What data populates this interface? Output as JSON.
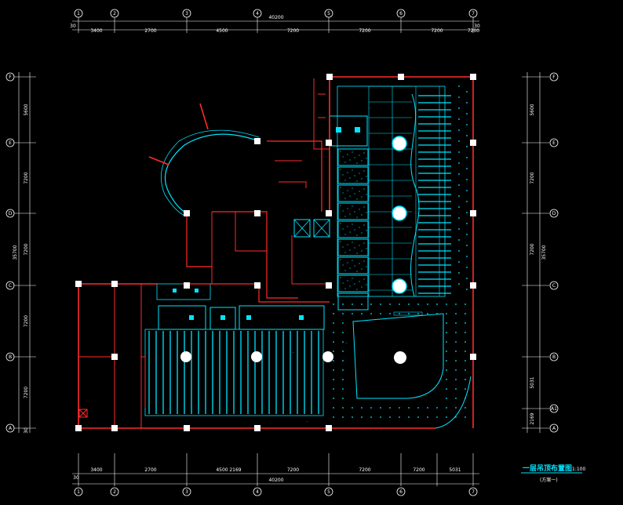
{
  "drawing": {
    "title": "一层吊顶布置图",
    "scale": "1:100",
    "subtitle": "(方案一)"
  },
  "top_dims": [
    "3400",
    "2700",
    "4500",
    "7200",
    "7200",
    "7200",
    "7200"
  ],
  "top_total": "40200",
  "top_end_label": "30",
  "top_bubbles": [
    "1",
    "2",
    "3",
    "4",
    "5",
    "6",
    "7"
  ],
  "bottom_dims": [
    "3400",
    "2700",
    "4500",
    "7200",
    "7200",
    "7200",
    "5031",
    "2169"
  ],
  "bottom_total": "40200",
  "bottom_end_label": "30",
  "bottom_bubbles": [
    "1",
    "2",
    "3",
    "4",
    "5",
    "6",
    "7"
  ],
  "left_dims": [
    "5600",
    "7200",
    "7200",
    "7200",
    "7200"
  ],
  "left_total": "35700",
  "left_end_label": "30",
  "left_bubbles": [
    "F",
    "E",
    "D",
    "C",
    "B",
    "A"
  ],
  "right_dims": [
    "5600",
    "7200",
    "7200",
    "5031",
    "2169"
  ],
  "right_total": "35700",
  "right_bubbles": [
    "F",
    "E",
    "D",
    "C",
    "B",
    "A1",
    "A"
  ],
  "colors": {
    "background": "#000000",
    "wall": "#ff2a2a",
    "ceiling": "#00e5ff",
    "dimension": "#ffffff"
  }
}
